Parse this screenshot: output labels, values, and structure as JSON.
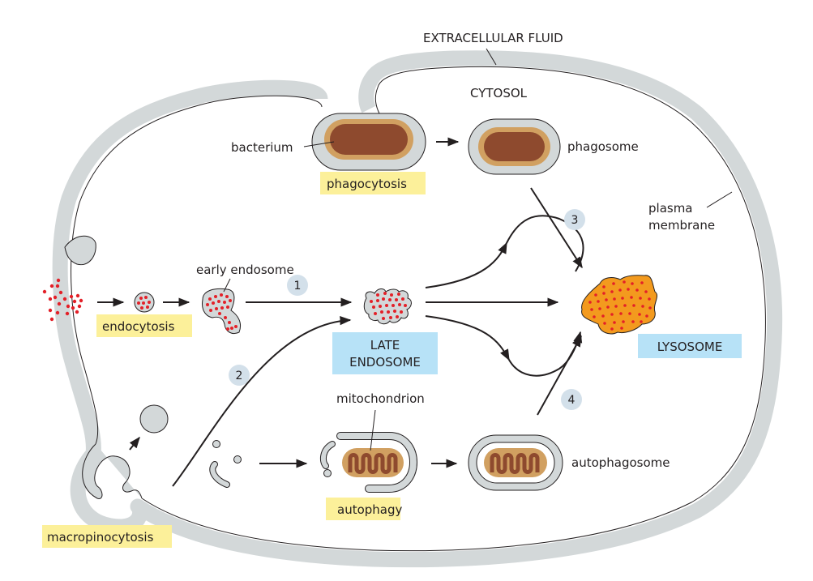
{
  "labels": {
    "extracellular_fluid": "EXTRACELLULAR FLUID",
    "cytosol": "CYTOSOL",
    "bacterium": "bacterium",
    "phagosome": "phagosome",
    "plasma_membrane_line1": "plasma",
    "plasma_membrane_line2": "membrane",
    "early_endosome": "early endosome",
    "mitochondrion": "mitochondrion",
    "autophagosome": "autophagosome"
  },
  "process_tags": {
    "phagocytosis": "phagocytosis",
    "endocytosis": "endocytosis",
    "autophagy": "autophagy",
    "macropinocytosis": "macropinocytosis"
  },
  "compartments": {
    "late_endosome_line1": "LATE",
    "late_endosome_line2": "ENDOSOME",
    "lysosome": "LYSOSOME"
  },
  "pathway_steps": [
    "1",
    "2",
    "3",
    "4"
  ],
  "colors": {
    "membrane": "#d3d8d9",
    "process_tag": "#fcf09a",
    "compartment_tag": "#b7e2f7",
    "step_badge": "#d3e0ea",
    "bacterium_outer": "#d1a061",
    "bacterium_inner": "#8e4a2e",
    "lysosome": "#f39a1e",
    "cargo_dot": "#e32028"
  }
}
